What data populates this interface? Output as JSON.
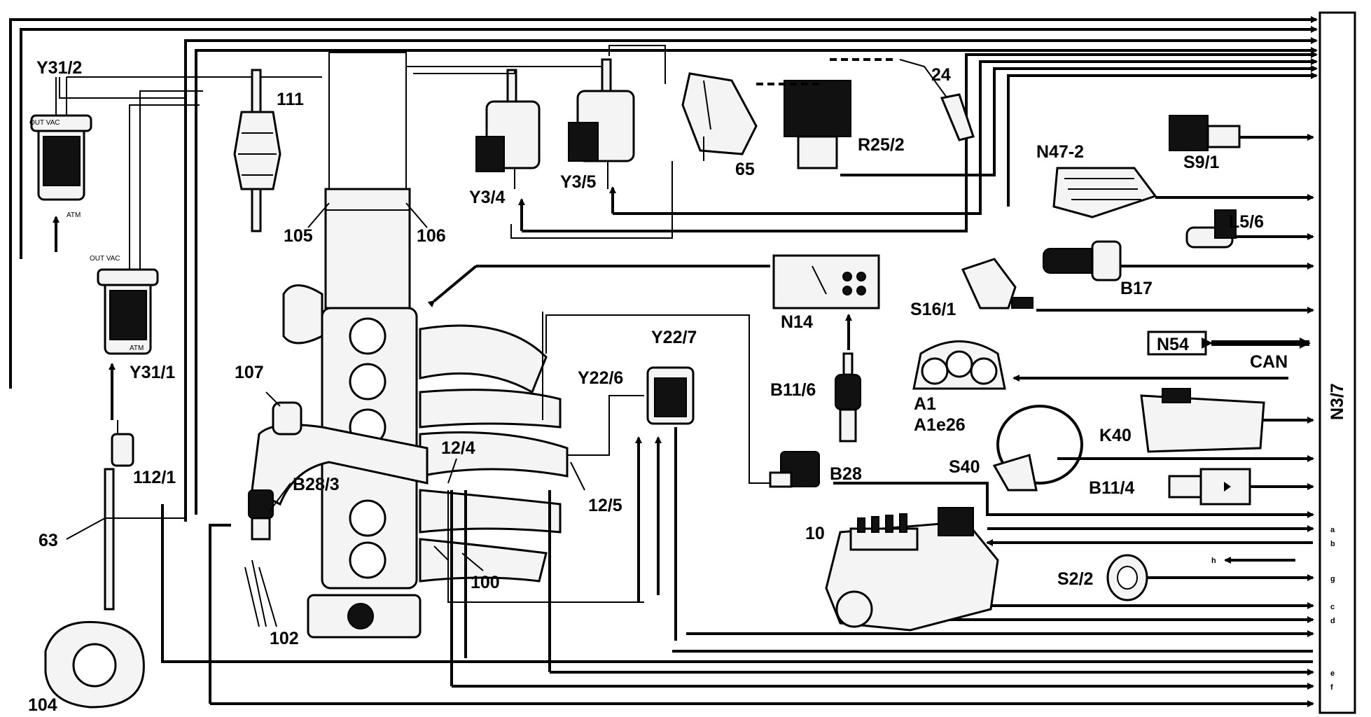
{
  "labels": {
    "y31_2": "Y31/2",
    "y31_1": "Y31/1",
    "out_vac_top": "OUT  VAC",
    "atm_top": "ATM",
    "out_vac_mid": "OUT  VAC",
    "atm_mid": "ATM",
    "p111": "111",
    "p105": "105",
    "p106": "106",
    "y3_4": "Y3/4",
    "y3_5": "Y3/5",
    "p65": "65",
    "r25_2": "R25/2",
    "p24": "24",
    "n47_2": "N47-2",
    "s9_1": "S9/1",
    "l5_6": "L5/6",
    "b17": "B17",
    "s16_1": "S16/1",
    "n14": "N14",
    "n54": "N54",
    "can": "CAN",
    "n3_7": "N3/7",
    "a1": "A1",
    "a1e26": "A1e26",
    "b11_6": "B11/6",
    "k40": "K40",
    "s40": "S40",
    "b11_4": "B11/4",
    "b28": "B28",
    "y22_7": "Y22/7",
    "y22_6": "Y22/6",
    "p107": "107",
    "p12_4": "12/4",
    "p12_5": "12/5",
    "b28_3": "B28/3",
    "p112_1": "112/1",
    "p63": "63",
    "p100": "100",
    "p102": "102",
    "p104": "104",
    "p10": "10",
    "s2_2": "S2/2",
    "pin_a": "a",
    "pin_b": "b",
    "pin_h": "h",
    "pin_g": "g",
    "pin_c": "c",
    "pin_d": "d",
    "pin_e": "e",
    "pin_f": "f"
  }
}
